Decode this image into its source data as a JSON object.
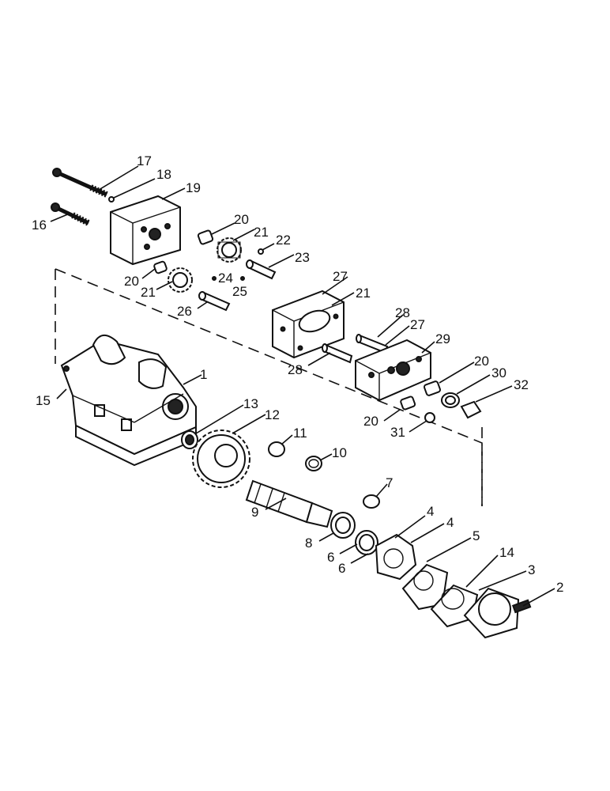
{
  "callouts": {
    "c1": "1",
    "c2": "2",
    "c3": "3",
    "c4a": "4",
    "c4b": "4",
    "c5": "5",
    "c6a": "6",
    "c6b": "6",
    "c7": "7",
    "c8": "8",
    "c9": "9",
    "c10": "10",
    "c11": "11",
    "c12": "12",
    "c13": "13",
    "c14": "14",
    "c15": "15",
    "c16": "16",
    "c17": "17",
    "c18": "18",
    "c19": "19",
    "c20a": "20",
    "c20b": "20",
    "c20c": "20",
    "c20d": "20",
    "c21a": "21",
    "c21b": "21",
    "c21c": "21",
    "c22": "22",
    "c23": "23",
    "c24": "24",
    "c25": "25",
    "c26": "26",
    "c27a": "27",
    "c27b": "27",
    "c28a": "28",
    "c28b": "28",
    "c29": "29",
    "c30": "30",
    "c31": "31",
    "c32": "32"
  }
}
